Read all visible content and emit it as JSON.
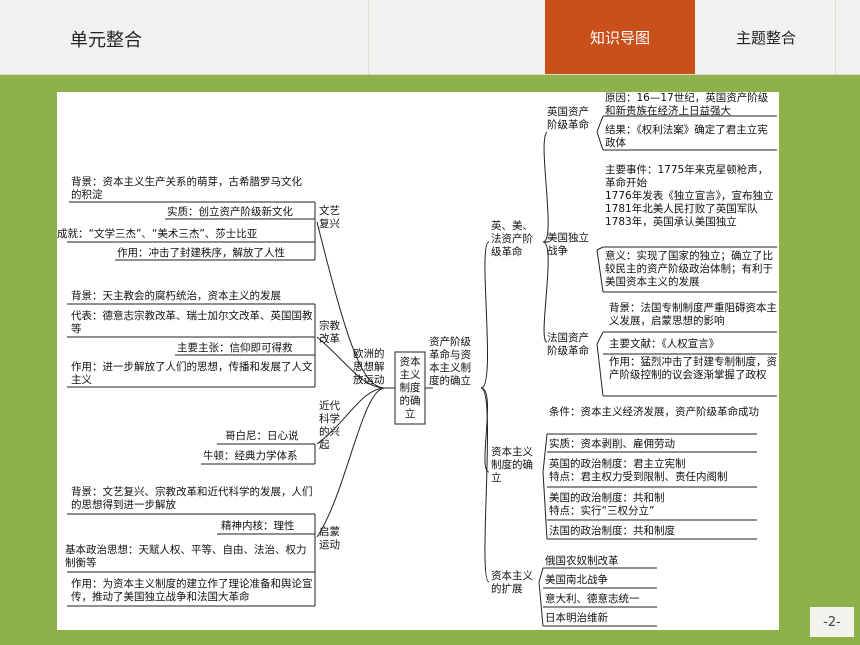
{
  "header": {
    "title": "单元整合",
    "tabs": [
      "知识导图",
      "主题整合"
    ]
  },
  "page_number": "-2-",
  "center": "资本主义制度的确立",
  "left": {
    "root": "欧洲的思想解放运动",
    "renaissance": {
      "label": "文艺复兴",
      "items": [
        "背景：资本主义生产关系的萌芽，古希腊罗马文化的积淀",
        "实质：创立资产阶级新文化",
        "成就：“文学三杰”、“美术三杰”、莎士比亚",
        "作用：冲击了封建秩序，解放了人性"
      ]
    },
    "reformation": {
      "label": "宗教改革",
      "items": [
        "背景：天主教会的腐朽统治，资本主义的发展",
        "代表：德意志宗教改革、瑞士加尔文改革、英国国教等",
        "主要主张：信仰即可得救",
        "作用：进一步解放了人们的思想，传播和发展了人文主义"
      ]
    },
    "science": {
      "label": "近代科学的兴起",
      "items": [
        "哥白尼：日心说",
        "牛顿：经典力学体系"
      ]
    },
    "enlightenment": {
      "label": "启蒙运动",
      "items": [
        "背景：文艺复兴、宗教改革和近代科学的发展，人们的思想得到进一步解放",
        "精神内核：理性",
        "基本政治思想：天赋人权、平等、自由、法治、权力制衡等",
        "作用：为资本主义制度的建立作了理论准备和舆论宣传，推动了美国独立战争和法国大革命"
      ]
    }
  },
  "right": {
    "root": "资产阶级革命与资本主义制度的确立",
    "revolutions": {
      "label": "英、美、法资产阶级革命",
      "english": {
        "label": "英国资产阶级革命",
        "items": [
          "原因：16—17世纪，英国资产阶级和新贵族在经济上日益强大",
          "结果：《权利法案》确定了君主立宪政体"
        ]
      },
      "american": {
        "label": "美国独立战争",
        "items": [
          "主要事件：1775年来克星顿枪声，革命开始\n1776年发表《独立宣言》，宣布独立\n1781年北美人民打败了英国军队\n1783年，英国承认美国独立",
          "意义：实现了国家的独立；确立了比较民主的资产阶级政治体制；有利于美国资本主义的发展"
        ]
      },
      "french": {
        "label": "法国资产阶级革命",
        "items": [
          "背景：法国专制制度严重阻碍资本主义发展，启蒙思想的影响",
          "主要文献：《人权宣言》",
          "作用：猛烈冲击了封建专制制度，资产阶级控制的议会逐渐掌握了政权"
        ]
      }
    },
    "establishment": {
      "label": "资本主义制度的确立",
      "items": [
        "条件：资本主义经济发展，资产阶级革命成功",
        "实质：资本剥削、雇佣劳动",
        "英国的政治制度：君主立宪制\n特点：君主权力受到限制、责任内阁制",
        "美国的政治制度：共和制\n特点：实行“三权分立”",
        "法国的政治制度：共和制度"
      ]
    },
    "expansion": {
      "label": "资本主义的扩展",
      "items": [
        "俄国农奴制改革",
        "美国南北战争",
        "意大利、德意志统一",
        "日本明治维新"
      ]
    }
  }
}
